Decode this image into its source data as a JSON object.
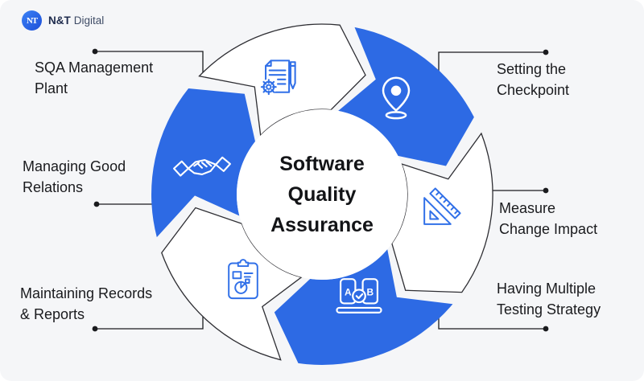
{
  "brand": {
    "monogram": "NT",
    "name_bold": "N&T",
    "name_regular": "Digital"
  },
  "center": {
    "title": "Software Quality Assurance",
    "lines": [
      "Software",
      "Quality",
      "Assurance"
    ]
  },
  "segments": [
    {
      "id": "sqa-management",
      "label": "SQA Management Plant",
      "label_lines": [
        "SQA Management",
        "Plant"
      ],
      "icon": "document-gear-icon",
      "style": "outline",
      "label_side": "left"
    },
    {
      "id": "setting-checkpoint",
      "label": "Setting the Checkpoint",
      "label_lines": [
        "Setting the",
        "Checkpoint"
      ],
      "icon": "location-pin-icon",
      "style": "filled",
      "label_side": "right"
    },
    {
      "id": "measure-impact",
      "label": "Measure Change Impact",
      "label_lines": [
        "Measure",
        "Change Impact"
      ],
      "icon": "set-square-ruler-icon",
      "style": "outline",
      "label_side": "right"
    },
    {
      "id": "testing-strategy",
      "label": "Having Multiple Testing Strategy",
      "label_lines": [
        "Having Multiple",
        "Testing Strategy"
      ],
      "icon": "ab-test-icon",
      "style": "filled",
      "label_side": "right"
    },
    {
      "id": "records-reports",
      "label": "Maintaining Records & Reports",
      "label_lines": [
        "Maintaining Records",
        "& Reports"
      ],
      "icon": "clipboard-report-icon",
      "style": "outline",
      "label_side": "left"
    },
    {
      "id": "good-relations",
      "label": "Managing Good Relations",
      "label_lines": [
        "Managing Good",
        "Relations"
      ],
      "icon": "handshake-icon",
      "style": "filled",
      "label_side": "left"
    }
  ],
  "icon_glyphs": {
    "ab_left": "A",
    "ab_right": "B"
  },
  "colors": {
    "segment_blue": "#2d6ae4",
    "icon_blue": "#3170e8",
    "outline_dark": "#2e2e33",
    "background": "#f5f6f8",
    "ink": "#1a1b1e",
    "center_text": "#131417"
  }
}
